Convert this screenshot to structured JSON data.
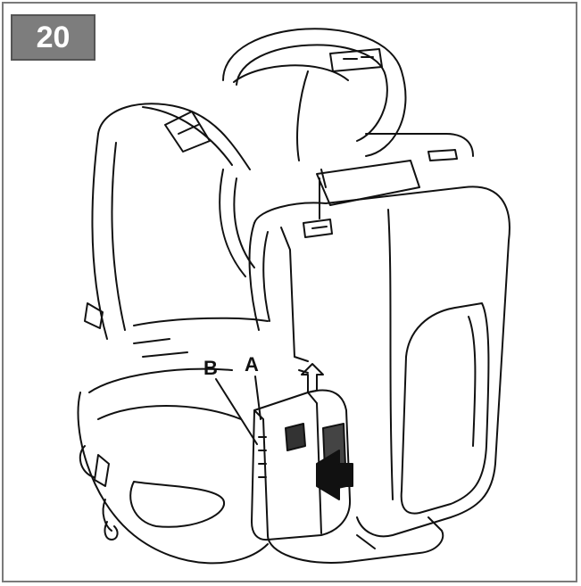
{
  "step_number": "20",
  "callouts": {
    "a": "A",
    "b": "B"
  },
  "colors": {
    "badge_bg": "#7d7d7d",
    "frame": "#7a7a7a",
    "line": "#111111"
  }
}
